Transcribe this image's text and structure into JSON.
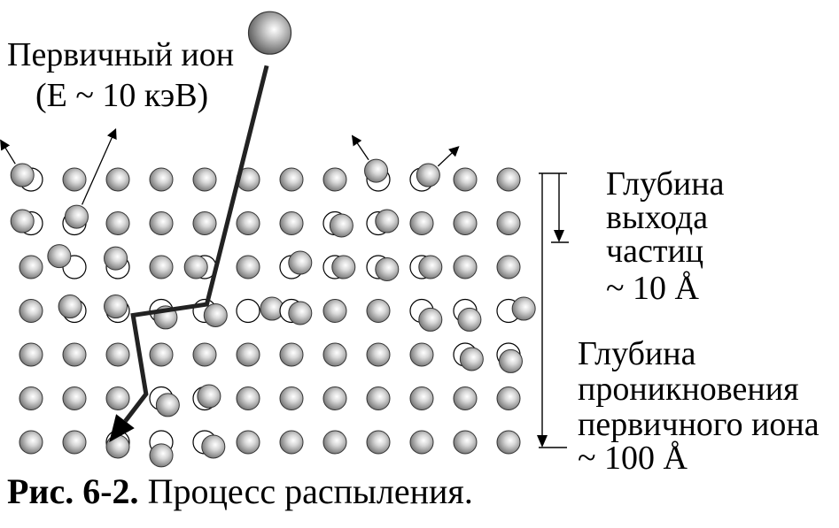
{
  "labels": {
    "primary_ion_line1": "Первичный ион",
    "primary_ion_line2": "(E ~ 10 кэВ)",
    "escape_depth_line1": "Глубина",
    "escape_depth_line2": "выхода",
    "escape_depth_line3": "частиц",
    "escape_depth_value": "~ 10 Å",
    "penetration_line1": "Глубина",
    "penetration_line2": "проникновения",
    "penetration_line3": "первичного иона",
    "penetration_value": "~ 100 Å"
  },
  "caption": {
    "figure_number": "Рис. 6-2.",
    "text": " Процесс распыления."
  },
  "lattice": {
    "columns": 12,
    "rows": 7,
    "displaced_atoms": [
      {
        "col": 0,
        "row": 0,
        "dc": -0.2,
        "dr": -0.1
      },
      {
        "col": 1,
        "row": 1,
        "dc": 0.05,
        "dr": -0.15
      },
      {
        "col": 8,
        "row": 0,
        "dc": -0.05,
        "dr": -0.2
      },
      {
        "col": 9,
        "row": 0,
        "dc": 0.15,
        "dr": -0.1
      },
      {
        "col": 0,
        "row": 1,
        "dc": -0.2,
        "dr": -0.05
      },
      {
        "col": 8,
        "row": 1,
        "dc": 0.2,
        "dr": -0.05
      },
      {
        "col": 7,
        "row": 1,
        "dc": 0.15,
        "dr": 0.05
      },
      {
        "col": 1,
        "row": 2,
        "dc": -0.35,
        "dr": -0.25
      },
      {
        "col": 2,
        "row": 2,
        "dc": -0.05,
        "dr": -0.2
      },
      {
        "col": 4,
        "row": 2,
        "dc": -0.2,
        "dr": 0.0
      },
      {
        "col": 6,
        "row": 2,
        "dc": 0.2,
        "dr": -0.1
      },
      {
        "col": 7,
        "row": 2,
        "dc": 0.2,
        "dr": 0.0
      },
      {
        "col": 8,
        "row": 2,
        "dc": 0.2,
        "dr": 0.05
      },
      {
        "col": 9,
        "row": 2,
        "dc": 0.2,
        "dr": 0.0
      },
      {
        "col": 1,
        "row": 3,
        "dc": -0.1,
        "dr": -0.1
      },
      {
        "col": 2,
        "row": 3,
        "dc": -0.05,
        "dr": -0.1
      },
      {
        "col": 3,
        "row": 3,
        "dc": 0.1,
        "dr": 0.15
      },
      {
        "col": 4,
        "row": 3,
        "dc": 0.25,
        "dr": 0.1
      },
      {
        "col": 5,
        "row": 3,
        "dc": 0.55,
        "dr": -0.05
      },
      {
        "col": 6,
        "row": 3,
        "dc": 0.2,
        "dr": 0.05
      },
      {
        "col": 9,
        "row": 3,
        "dc": 0.2,
        "dr": 0.2
      },
      {
        "col": 10,
        "row": 3,
        "dc": 0.1,
        "dr": 0.2
      },
      {
        "col": 11,
        "row": 3,
        "dc": 0.35,
        "dr": -0.05
      },
      {
        "col": 10,
        "row": 4,
        "dc": 0.15,
        "dr": 0.1
      },
      {
        "col": 11,
        "row": 4,
        "dc": 0.05,
        "dr": 0.15
      },
      {
        "col": 3,
        "row": 5,
        "dc": 0.15,
        "dr": 0.15
      },
      {
        "col": 4,
        "row": 5,
        "dc": 0.1,
        "dr": -0.05
      },
      {
        "col": 3,
        "row": 6,
        "dc": 0.0,
        "dr": 0.3
      },
      {
        "col": 4,
        "row": 6,
        "dc": 0.2,
        "dr": 0.1
      },
      {
        "col": 2,
        "row": 6,
        "dc": 0.0,
        "dr": 0.1
      }
    ],
    "sputtered_arrows": [
      {
        "col": 0,
        "row": 0,
        "dx": -0.5,
        "dy": -0.8
      },
      {
        "col": 1,
        "row": 1,
        "dx": 0.9,
        "dy": -2.0
      },
      {
        "col": 8,
        "row": 0,
        "dx": -0.55,
        "dy": -0.8
      },
      {
        "col": 9,
        "row": 0,
        "dx": 0.7,
        "dy": -0.65
      }
    ]
  },
  "ion_path": {
    "ion_ball": {
      "col": 5.5,
      "row": -3.35
    },
    "points": [
      {
        "col": 5.43,
        "row": -2.6
      },
      {
        "col": 4.05,
        "row": 2.85
      },
      {
        "col": 2.35,
        "row": 3.1
      },
      {
        "col": 2.65,
        "row": 4.9
      },
      {
        "col": 1.8,
        "row": 6.0
      }
    ]
  },
  "colors": {
    "atom": "#9a9a9a",
    "atom_highlight": "#ffffff",
    "path": "#222222",
    "text": "#000000"
  }
}
